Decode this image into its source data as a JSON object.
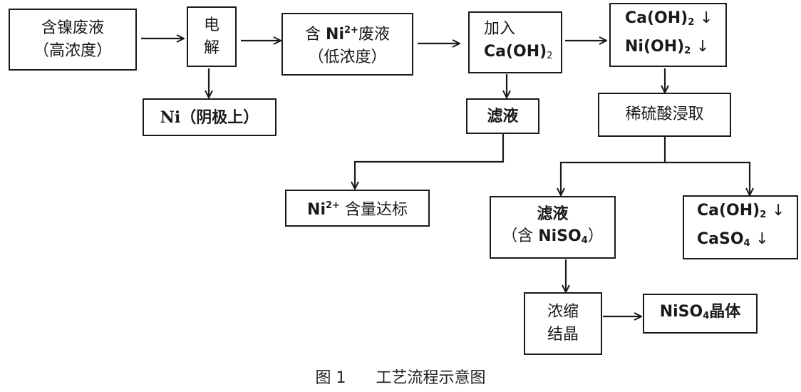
{
  "nodes": {
    "waste_high": {
      "line1": "含镍废液",
      "line2": "（高浓度）"
    },
    "electrolysis": {
      "line1": "电",
      "line2": "解"
    },
    "ni_cathode": {
      "text": "Ni（阴极上）"
    },
    "waste_low": {
      "prefix": "含 ",
      "ion": "Ni",
      "charge": "2+",
      "suffix": "废液",
      "line2": "（低浓度）"
    },
    "add_caoh2": {
      "line1": "加入",
      "formula": "Ca(OH)",
      "sub": "2"
    },
    "filtrate_1": {
      "text": "滤液"
    },
    "ni_standard": {
      "ion": "Ni",
      "charge": "2+",
      "suffix": " 含量达标"
    },
    "precipitate_1": {
      "line1": {
        "formula": "Ca(OH)",
        "sub": "2",
        "arrow": "↓"
      },
      "line2": {
        "formula": "Ni(OH)",
        "sub": "2",
        "arrow": "↓"
      }
    },
    "acid_leach": {
      "text": "稀硫酸浸取"
    },
    "filtrate_2": {
      "line1": "滤液",
      "prefix": "（含 ",
      "formula": "NiSO",
      "sub": "4",
      "suffix": "）"
    },
    "precipitate_2": {
      "line1": {
        "formula": "Ca(OH)",
        "sub": "2",
        "arrow": "↓"
      },
      "line2": {
        "formula": "CaSO",
        "sub": "4",
        "arrow": "↓"
      }
    },
    "concentrate": {
      "line1": "浓缩",
      "line2": "结晶"
    },
    "niso4_crystal": {
      "formula": "NiSO",
      "sub": "4",
      "suffix": "晶体"
    }
  },
  "edges": [
    [
      "waste_high",
      "electrolysis"
    ],
    [
      "electrolysis",
      "waste_low"
    ],
    [
      "electrolysis",
      "ni_cathode"
    ],
    [
      "waste_low",
      "add_caoh2"
    ],
    [
      "add_caoh2",
      "precipitate_1"
    ],
    [
      "add_caoh2",
      "filtrate_1"
    ],
    [
      "filtrate_1",
      "ni_standard"
    ],
    [
      "precipitate_1",
      "acid_leach"
    ],
    [
      "acid_leach",
      "filtrate_2"
    ],
    [
      "acid_leach",
      "precipitate_2"
    ],
    [
      "filtrate_2",
      "concentrate"
    ],
    [
      "concentrate",
      "niso4_crystal"
    ]
  ],
  "caption": {
    "label": "图 1",
    "title": "工艺流程示意图"
  }
}
